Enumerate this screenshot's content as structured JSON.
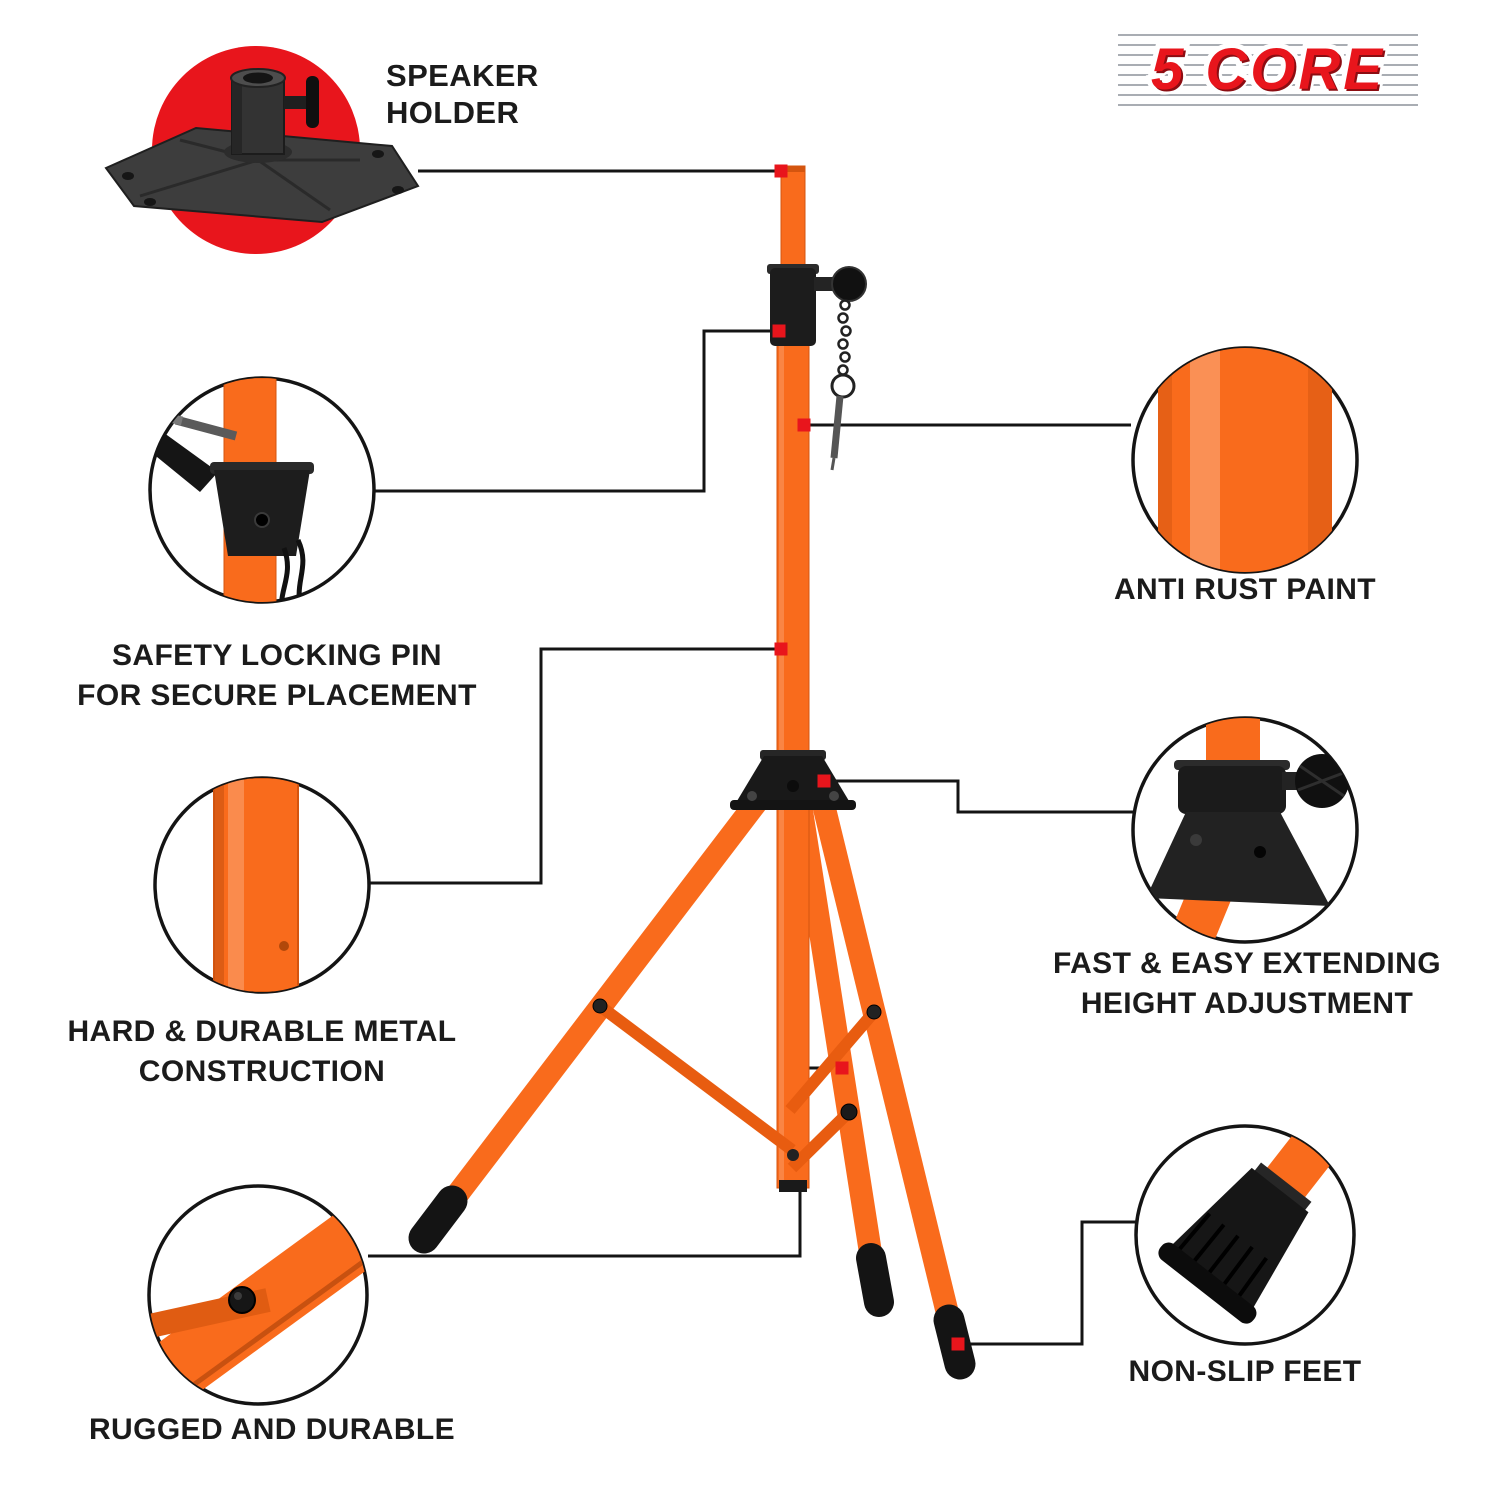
{
  "logo": {
    "text": "5 CORE"
  },
  "colors": {
    "orange": "#F96B1C",
    "red": "#E8151C",
    "ink": "#1B1B1B"
  },
  "callouts": {
    "speaker_holder": {
      "line1": "SPEAKER",
      "line2": "HOLDER"
    },
    "safety_pin": {
      "line1": "SAFETY LOCKING PIN",
      "line2": "FOR SECURE PLACEMENT"
    },
    "metal": {
      "line1": "HARD & DURABLE METAL",
      "line2": "CONSTRUCTION"
    },
    "rugged": {
      "line1": "RUGGED AND DURABLE"
    },
    "anti_rust": {
      "line1": "ANTI RUST PAINT"
    },
    "height_adjustment": {
      "line1": "FAST & EASY EXTENDING",
      "line2": "HEIGHT ADJUSTMENT"
    },
    "non_slip": {
      "line1": "NON-SLIP FEET"
    }
  },
  "illustrations": {
    "main": "orange tripod speaker stand",
    "callout_icons": [
      "speaker-holder-bracket",
      "safety-locking-pin-clamp",
      "metal-pole-closeup",
      "rugged-joint-closeup",
      "anti-rust-pole-closeup",
      "height-adjustment-hub",
      "non-slip-rubber-foot"
    ]
  }
}
